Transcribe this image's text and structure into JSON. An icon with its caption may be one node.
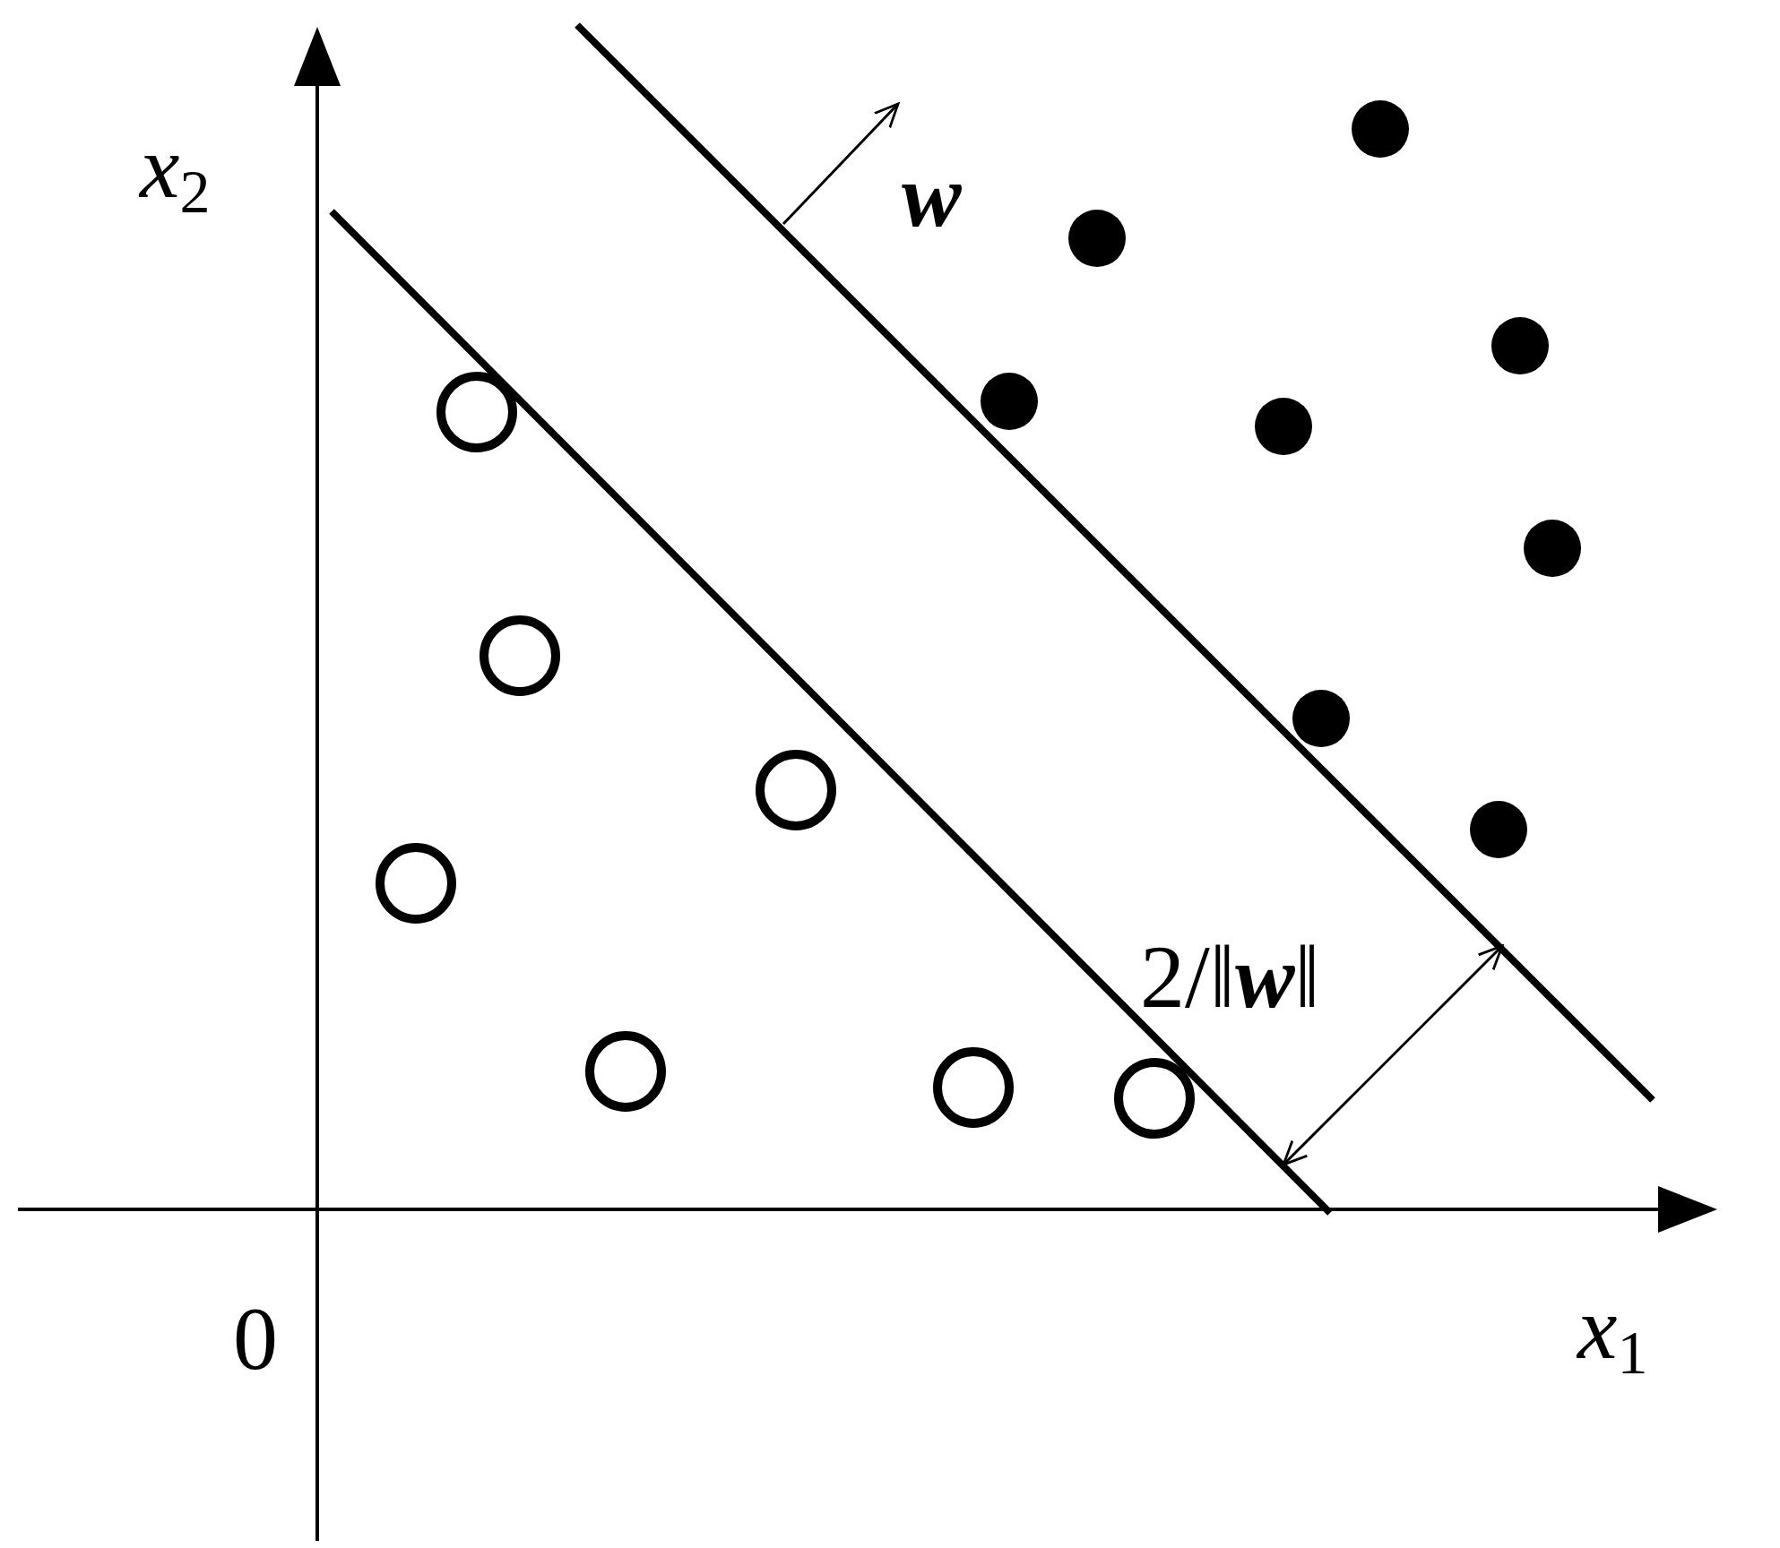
{
  "diagram": {
    "labels": [
      "*x*$_{2}$",
      "w",
      "2/‖**w**‖",
      "0",
      "*x*$_{1}$"
    ]
  }
}
